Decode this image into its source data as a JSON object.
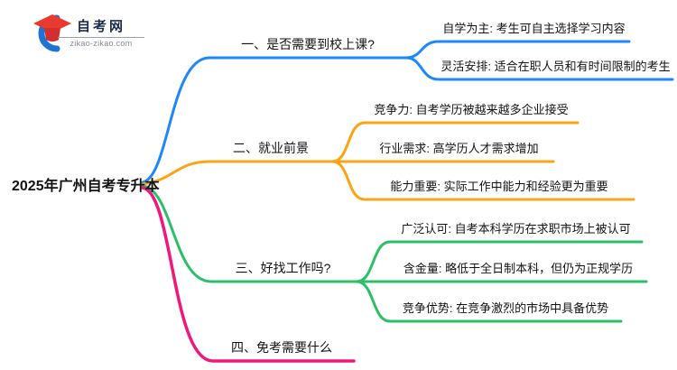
{
  "logo": {
    "title": "自考网",
    "domain": "zikao-zikao.com"
  },
  "root": {
    "label": "2025年广州自考专升本"
  },
  "colors": {
    "branch1": "#1e87fb",
    "branch2": "#fba415",
    "branch3": "#2abf68",
    "branch4": "#f0187c",
    "logo_navy": "#1c2b4a",
    "logo_red": "#e83a2e",
    "logo_blue": "#1b74d6",
    "text": "#141414"
  },
  "branches": [
    {
      "label": "一、是否需要到校上课?",
      "color": "#1e87fb",
      "children": [
        "自学为主: 考生可自主选择学习内容",
        "灵活安排: 适合在职人员和有时间限制的考生"
      ]
    },
    {
      "label": "二、就业前景",
      "color": "#fba415",
      "children": [
        "竞争力: 自考学历被越来越多企业接受",
        "行业需求: 高学历人才需求增加",
        "能力重要: 实际工作中能力和经验更为重要"
      ]
    },
    {
      "label": "三、好找工作吗?",
      "color": "#2abf68",
      "children": [
        "广泛认可: 自考本科学历在求职市场上被认可",
        "含金量: 略低于全日制本科，但仍为正规学历",
        "竞争优势: 在竞争激烈的市场中具备优势"
      ]
    },
    {
      "label": "四、免考需要什么",
      "color": "#f0187c",
      "children": []
    }
  ]
}
